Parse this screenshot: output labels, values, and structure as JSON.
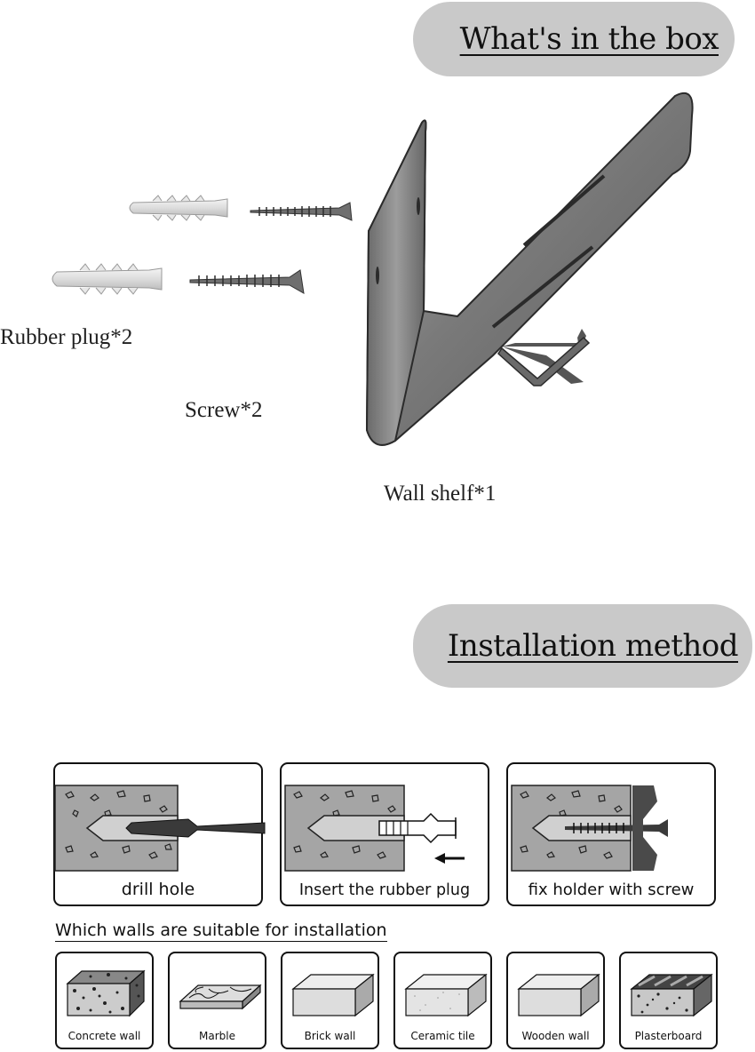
{
  "headings": {
    "box": "What's in the box",
    "install": "Installation method"
  },
  "contents": {
    "rubber_plug": "Rubber plug*2",
    "screw": "Screw*2",
    "wall_shelf": "Wall shelf*1"
  },
  "steps": [
    {
      "label": "drill hole"
    },
    {
      "label": "Insert the rubber plug"
    },
    {
      "label": "fix holder with screw"
    }
  ],
  "walls": {
    "title": "Which walls are suitable for installation",
    "types": [
      {
        "label": "Concrete wall"
      },
      {
        "label": "Marble"
      },
      {
        "label": "Brick wall"
      },
      {
        "label": "Ceramic tile"
      },
      {
        "label": "Wooden wall"
      },
      {
        "label": "Plasterboard"
      }
    ]
  }
}
